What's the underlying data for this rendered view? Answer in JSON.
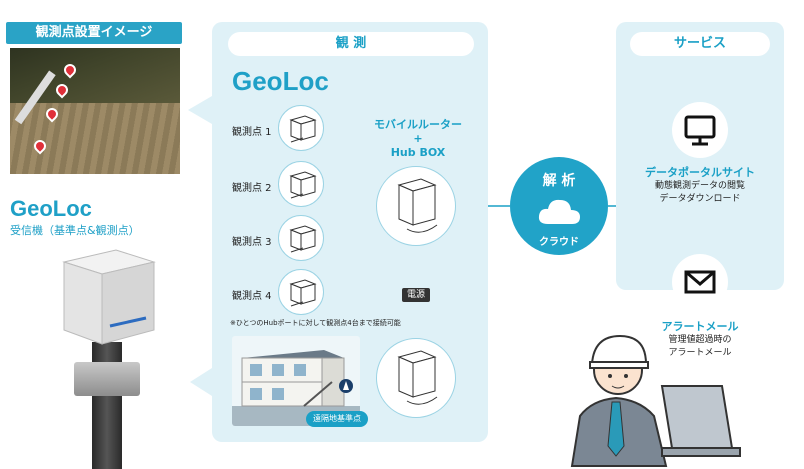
{
  "left": {
    "image_title": "観測点設置イメージ",
    "geoloc": "GeoLoc",
    "receiver_label": "受信機（基準点&観測点）"
  },
  "observation": {
    "header": "観 測",
    "geoloc_title": "GeoLoc",
    "points": [
      "観測点 1",
      "観測点 2",
      "観測点 3",
      "観測点 4"
    ],
    "router_line1": "モバイルルーター",
    "router_plus": "+",
    "router_line2": "Hub BOX",
    "power": "電源",
    "note": "※ひとつのHubポートに対して観測点4台まで接続可能",
    "remote_base": "遠隔地基準点"
  },
  "analysis": {
    "label": "解 析",
    "cloud": "クラウド"
  },
  "service": {
    "header": "サービス",
    "portal_title": "データポータルサイト",
    "portal_desc1": "動態観測データの閲覧",
    "portal_desc2": "データダウンロード",
    "alert_title": "アラートメール",
    "alert_desc1": "管理値超過時の",
    "alert_desc2": "アラートメール"
  },
  "colors": {
    "accent": "#1fa0c7",
    "panel": "#dff1f7",
    "pin": "#e0303a"
  }
}
